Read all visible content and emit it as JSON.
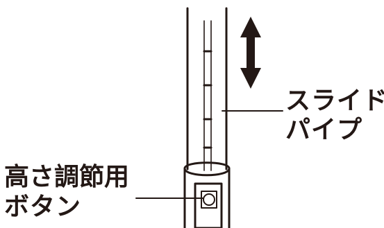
{
  "labels": {
    "slide_pipe": [
      "スライド",
      "パイプ"
    ],
    "height_button": [
      "高さ調節用",
      "ボタン"
    ]
  },
  "colors": {
    "ink": "#231815",
    "background": "#ffffff"
  }
}
